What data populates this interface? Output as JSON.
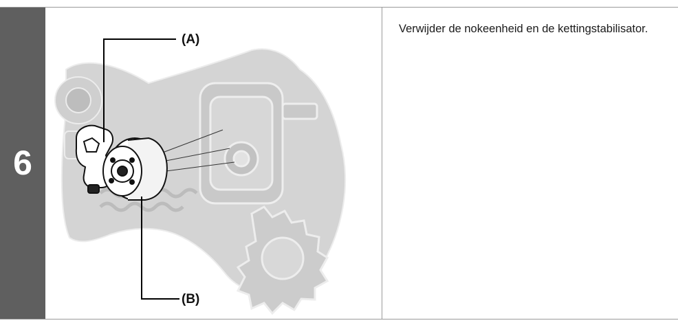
{
  "step": {
    "number": "6",
    "instruction": "Verwijder de nokeenheid en de kettingstabilisator."
  },
  "callouts": {
    "a": "(A)",
    "b": "(B)"
  },
  "colors": {
    "step_bar": "#5f5f5f",
    "part_gray": "#d2d2d2",
    "part_outline": "#e6e6e6",
    "highlight_line": "#000000"
  }
}
